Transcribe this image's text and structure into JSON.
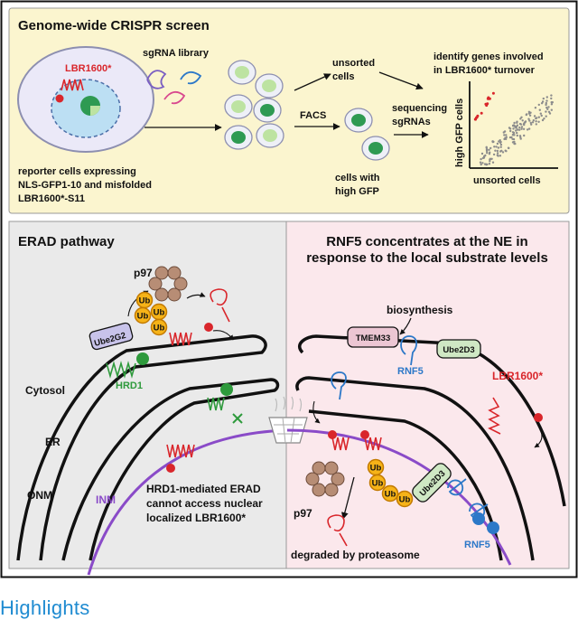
{
  "screen": {
    "title": "Genome-wide CRISPR screen",
    "reporter_label": "LBR1600*",
    "library_label": "sgRNA library",
    "reporter_caption": [
      "reporter cells expressing",
      "NLS-GFP1-10 and misfolded",
      "LBR1600*-S11"
    ],
    "unsorted_label": [
      "unsorted",
      "cells"
    ],
    "facs_label": "FACS",
    "high_gfp_label": [
      "cells with",
      "high GFP"
    ],
    "sequencing_label": [
      "sequencing",
      "sgRNAs"
    ],
    "identify_label": [
      "identify genes involved",
      "in LBR1600* turnover"
    ],
    "plot_ylabel": "high GFP cells",
    "plot_xlabel": "unsorted cells"
  },
  "erad": {
    "title": "ERAD pathway",
    "p97": "p97",
    "ub": "Ub",
    "ube2g2": "Ube2G2",
    "hrd1": "HRD1",
    "cytosol": "Cytosol",
    "er": "ER",
    "onm": "ONM",
    "inm": "INM",
    "caption": [
      "HRD1-mediated ERAD",
      "cannot access nuclear",
      "localized LBR1600*"
    ]
  },
  "rnf5": {
    "title": [
      "RNF5 concentrates at the NE in",
      "response to the local substrate levels"
    ],
    "biosynthesis": "biosynthesis",
    "tmem33": "TMEM33",
    "rnf5": "RNF5",
    "ube2d3": "Ube2D3",
    "lbr": "LBR1600*",
    "p97": "p97",
    "ub": "Ub",
    "degraded": "degraded by proteasome"
  },
  "footer": {
    "highlights": "Highlights"
  },
  "colors": {
    "top_bg": "#fbf5cf",
    "left_bg": "#eaeaea",
    "right_bg": "#fbe8ec",
    "gfp_green": "#2e9a52",
    "light_green": "#bde3a1",
    "reporter_red": "#d9262b",
    "hrd1_green": "#2e9a3c",
    "rnf5_blue": "#2c78c8",
    "ub_yellow": "#f6b318",
    "inm_purple": "#8a4bc8",
    "ube2_purple": "#c8c3ea",
    "tmem_pink": "#ecc6d3",
    "ube2d3_green": "#cfe8c4"
  }
}
